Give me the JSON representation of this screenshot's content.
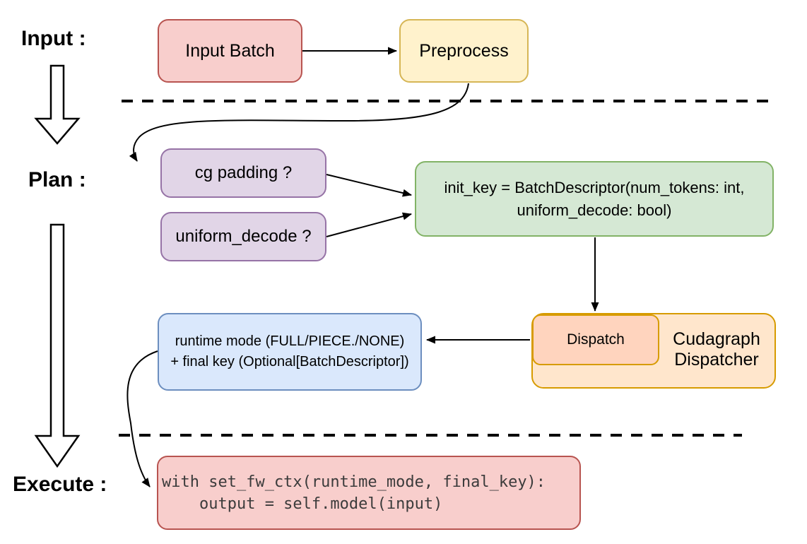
{
  "section_labels": {
    "input": "Input :",
    "plan": "Plan :",
    "execute": "Execute :"
  },
  "nodes": {
    "input_batch": {
      "label": "Input Batch",
      "fill": "#F8CECC",
      "border": "#B85450"
    },
    "preprocess": {
      "label": "Preprocess",
      "fill": "#FFF2CC",
      "border": "#D6B656"
    },
    "cg_padding": {
      "label": "cg padding ?",
      "fill": "#E1D5E7",
      "border": "#9673A6"
    },
    "uniform_decode": {
      "label": "uniform_decode ?",
      "fill": "#E1D5E7",
      "border": "#9673A6"
    },
    "init_key": {
      "line1": "init_key = BatchDescriptor(num_tokens: int,",
      "line2": "uniform_decode: bool)",
      "fill": "#D5E8D4",
      "border": "#82B366"
    },
    "dispatch": {
      "label": "Dispatch",
      "fill": "#FFD4BE",
      "border": "#D79B00"
    },
    "cudagraph_dispatcher": {
      "line1": "Cudagraph",
      "line2": "Dispatcher",
      "fill": "#FFE6CC",
      "border": "#D79B00"
    },
    "runtime_mode": {
      "line1": "runtime mode (FULL/PIECE./NONE)",
      "line2": "+ final key (Optional[BatchDescriptor])",
      "fill": "#DAE8FC",
      "border": "#6C8EBF"
    },
    "execute_code": {
      "line1": "with set_fw_ctx(runtime_mode, final_key):",
      "line2": "    output = self.model(input)",
      "fill": "#F8CECC",
      "border": "#B85450"
    }
  },
  "connector_color": "#000000",
  "background": "#ffffff"
}
